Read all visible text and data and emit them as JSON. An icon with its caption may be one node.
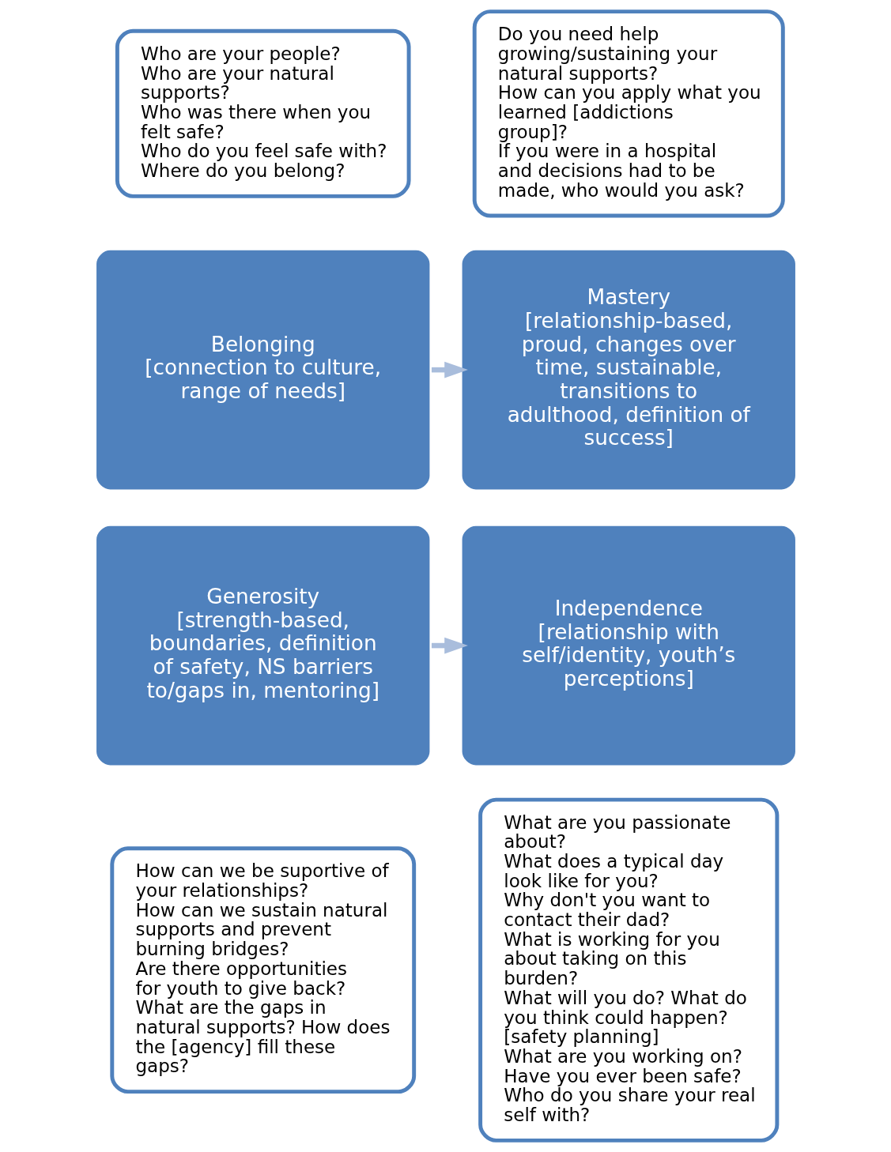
{
  "diagram": {
    "nodes": [
      {
        "text": [
          "Who are your people?",
          "Who are your natural supports?",
          "Who was there when you felt safe?",
          "Who do you feel safe with?",
          "Where do you belong?"
        ]
      },
      {
        "text": [
          "Do you need help growing/sustaining your natural supports?",
          "How can you apply what you learned [addictions group]?",
          "If you were in a hospital and decisions had to be made, who would you ask?"
        ]
      },
      {
        "text": [
          "Belonging",
          "[connection to culture, range of needs]"
        ]
      },
      {
        "text": [
          "Mastery",
          "[relationship-based, proud, changes over time, sustainable, transitions to adulthood, definition of success]"
        ]
      },
      {
        "text": [
          "Independence",
          "[relationship with self/identity, youth’s perceptions]"
        ]
      },
      {
        "text": [
          "Generosity",
          "[strength-based, boundaries, definition of safety, NS barriers to/gaps in, mentoring]"
        ]
      },
      {
        "text": [
          "What are you passionate about?",
          "What does a typical day look like for you?",
          "Why don't you want to contact their dad?",
          "What is working for you about taking on this burden?",
          "What will you do? What do you think could happen? [safety planning]",
          "What are you working on?",
          "Have you ever been safe?",
          "Who do you share your real self with?"
        ]
      },
      {
        "text": [
          "How can we be suportive of your relationships?",
          "How can we sustain natural supports and prevent burning bridges?",
          "Are there opportunities for youth to give back?",
          "What are the gaps in natural supports? How does the [agency] fill these gaps?"
        ]
      }
    ],
    "edges": [
      {
        "from": 2,
        "to": 3,
        "arrow": "to"
      },
      {
        "from": 5,
        "to": 4,
        "arrow": "to"
      }
    ]
  }
}
